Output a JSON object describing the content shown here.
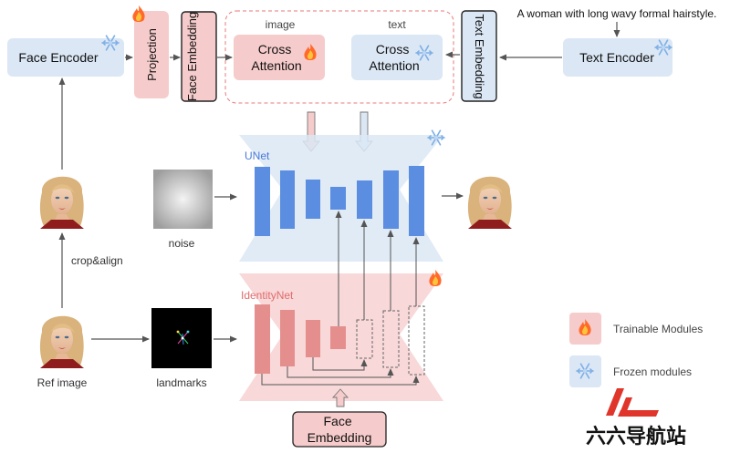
{
  "modules": {
    "face_encoder": "Face Encoder",
    "projection": "Projection",
    "face_embedding_top": "Face Embedding",
    "image_label": "image",
    "text_label": "text",
    "cross_attention_image": [
      "Cross",
      "Attention"
    ],
    "cross_attention_text": [
      "Cross",
      "Attention"
    ],
    "text_embedding": "Text Embedding",
    "text_encoder": "Text Encoder",
    "prompt": "A woman with long wavy formal hairstyle."
  },
  "unet_label": "UNet",
  "identitynet_label": "IdentityNet",
  "noise_label": "noise",
  "crop_align_label": "crop&align",
  "ref_image_label": "Ref image",
  "landmarks_label": "landmarks",
  "face_embedding_bottom": [
    "Face",
    "Embedding"
  ],
  "legend": {
    "trainable": "Trainable Modules",
    "frozen": "Frozen modules"
  },
  "watermark": "六六导航站",
  "colors": {
    "frozen_blue": "#dbe7f5",
    "trainable_pink": "#f6cbcb",
    "unet_block": "#5b8de0",
    "identity_block": "#e58e8e",
    "unet_label": "#4a79d9",
    "identity_label": "#e06d6d",
    "watermark_red": "#e0352b"
  },
  "icons": {
    "trainable": "fire-icon",
    "frozen": "snowflake-icon"
  }
}
